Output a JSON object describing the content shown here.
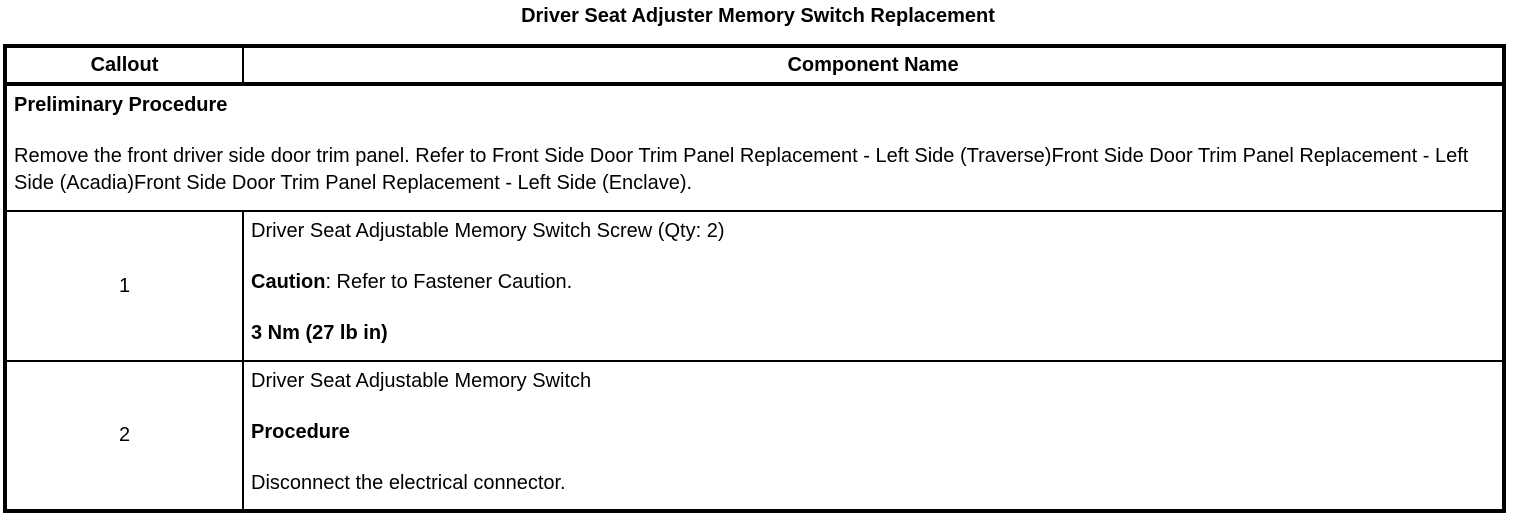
{
  "page": {
    "title": "Driver Seat Adjuster Memory Switch Replacement"
  },
  "colors": {
    "text": "#000000",
    "background": "#ffffff",
    "border": "#000000"
  },
  "table": {
    "headers": {
      "callout": "Callout",
      "component": "Component Name"
    },
    "preliminary": {
      "heading": "Preliminary Procedure",
      "body": "Remove the front driver side door trim panel. Refer to Front Side Door Trim Panel Replacement - Left Side (Traverse)Front Side Door Trim Panel Replacement - Left Side (Acadia)Front Side Door Trim Panel Replacement - Left Side (Enclave)."
    },
    "rows": [
      {
        "callout": "1",
        "component": "Driver Seat Adjustable Memory Switch Screw (Qty: 2)",
        "caution_label": "Caution",
        "caution_rest": ": Refer to Fastener Caution.",
        "torque": "3 Nm (27 lb in)"
      },
      {
        "callout": "2",
        "component": "Driver Seat Adjustable Memory Switch",
        "procedure_label": "Procedure",
        "step": "Disconnect the electrical connector."
      }
    ]
  }
}
